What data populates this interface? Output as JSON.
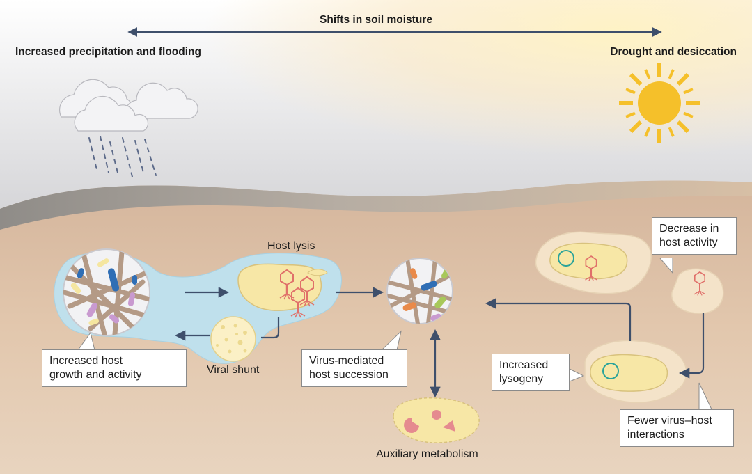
{
  "header": {
    "axis_label": "Shifts in soil moisture",
    "left_title": "Increased precipitation and flooding",
    "right_title": "Drought and desiccation"
  },
  "labels": {
    "host_lysis": "Host lysis",
    "viral_shunt": "Viral shunt",
    "auxiliary_metabolism": "Auxiliary metabolism"
  },
  "callouts": {
    "host_growth": [
      "Increased host",
      "growth and activity"
    ],
    "succession": [
      "Virus-mediated",
      "host succession"
    ],
    "host_activity": [
      "Decrease in",
      "host activity"
    ],
    "lysogeny": [
      "Increased",
      "lysogeny"
    ],
    "interactions": [
      "Fewer virus–host",
      "interactions"
    ]
  },
  "colors": {
    "soil": "#dcc2a8",
    "ridge": "#9a9691",
    "water": "#bfe0ec",
    "cell": "#f7e7a6",
    "phage": "#e0706a",
    "arrow": "#3e4f6b",
    "sun": "#f5c02a"
  }
}
